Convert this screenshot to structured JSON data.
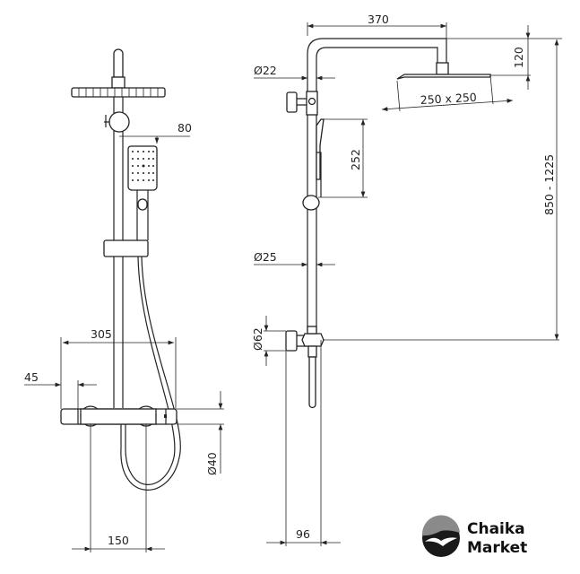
{
  "drawing": {
    "front_view": {
      "dim_hand_shower_offset": "80",
      "dim_mixer_width": "305",
      "dim_mixer_end": "45",
      "dim_mixer_diameter": "Ø40",
      "dim_inlet_spacing": "150"
    },
    "side_view": {
      "dim_arm_reach": "370",
      "dim_head_drop": "120",
      "dim_head_size": "250 x 250",
      "dim_top_pipe": "Ø22",
      "dim_hand_shower_length": "252",
      "dim_riser_height": "850 - 1225",
      "dim_bottom_pipe": "Ø25",
      "dim_escutcheon": "Ø62",
      "dim_wall_offset": "96"
    }
  },
  "logo": {
    "line1": "Chaika",
    "line2": "Market",
    "colors": {
      "dark": "#1a1a1a",
      "grey": "#8a8a8a"
    }
  }
}
